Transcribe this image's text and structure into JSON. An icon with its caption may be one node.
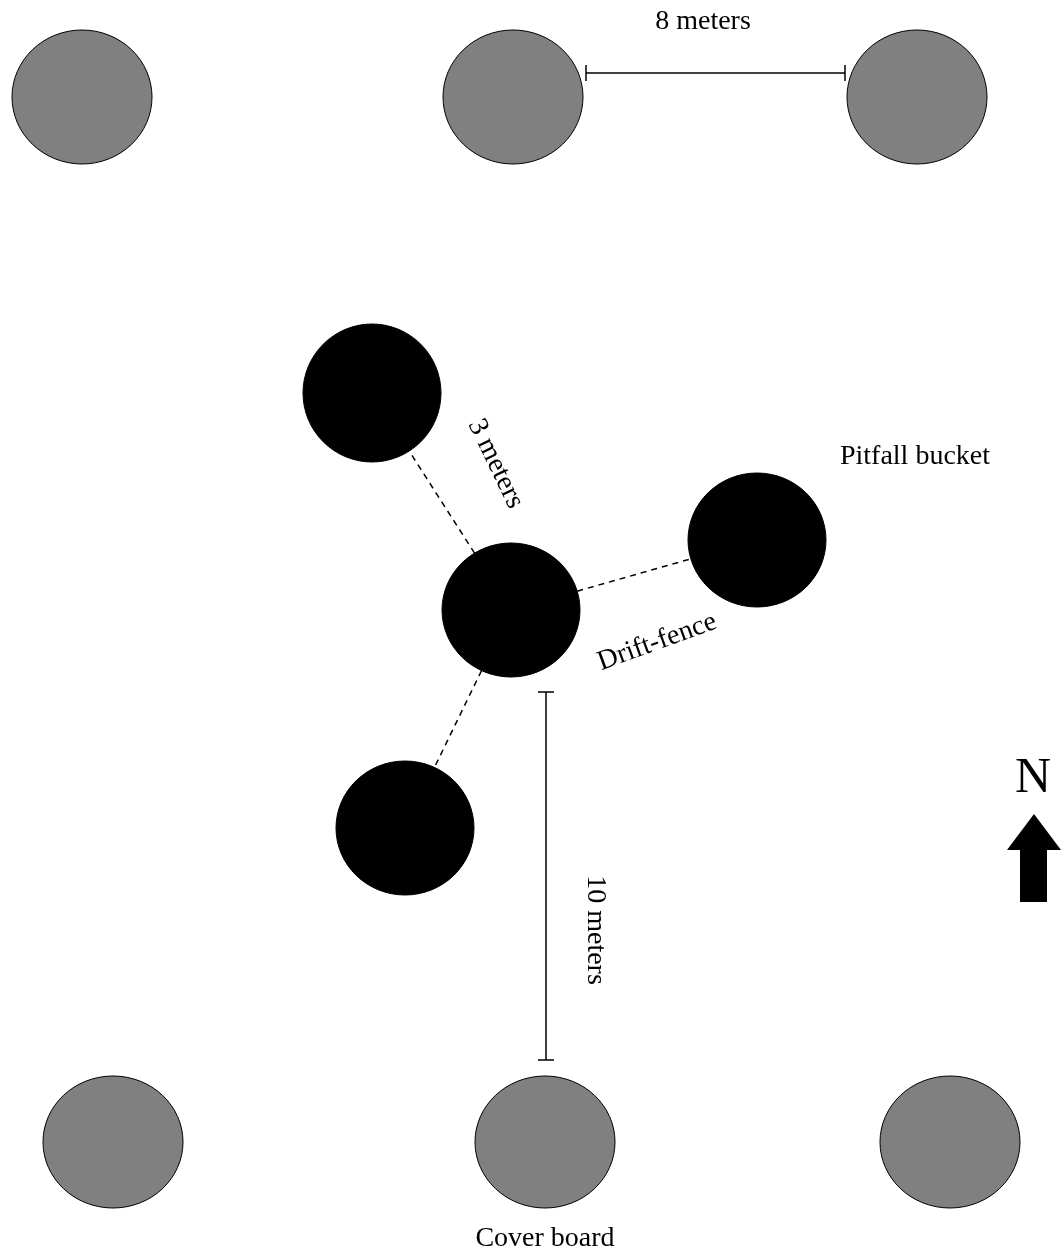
{
  "diagram": {
    "nodes": [
      {
        "text": [],
        "shape": "circle"
      },
      {
        "text": [],
        "shape": "circle"
      },
      {
        "text": [],
        "shape": "circle"
      },
      {
        "text": [],
        "shape": "circle"
      },
      {
        "text": [],
        "shape": "circle"
      },
      {
        "text": [],
        "shape": "circle"
      },
      {
        "text": [],
        "shape": "circle"
      },
      {
        "text": [],
        "shape": "circle"
      },
      {
        "text": [],
        "shape": "circle"
      },
      {
        "text": [],
        "shape": "circle"
      }
    ],
    "edges": [
      {
        "from": 5,
        "to": 3,
        "arrow": "none",
        "style": "dashed"
      },
      {
        "from": 5,
        "to": 4,
        "arrow": "none",
        "style": "dashed"
      },
      {
        "from": 5,
        "to": 6,
        "arrow": "none",
        "style": "dashed"
      }
    ],
    "labels": [
      "8 meters",
      "3 meters",
      "Pitfall bucket",
      "Drift-fence",
      "N",
      "10 meters",
      "Cover board"
    ]
  }
}
